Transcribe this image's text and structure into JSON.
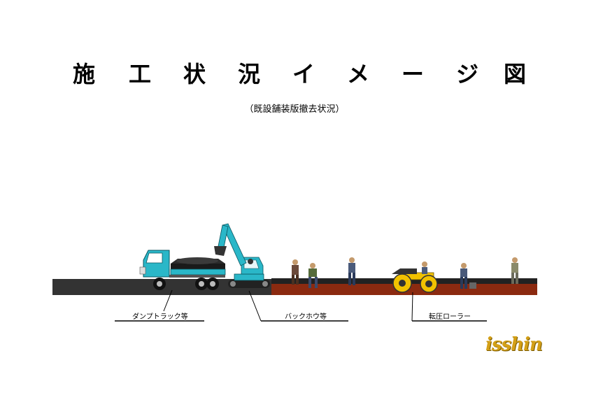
{
  "title": {
    "chars": [
      "施",
      "工",
      "状",
      "況",
      "イ",
      "メ",
      "ー",
      "ジ",
      "図"
    ]
  },
  "subtitle": "（既設舗装版撤去状況）",
  "labels": {
    "dump_truck": "ダンプトラック等",
    "backhoe": "バックホウ等",
    "roller": "転圧ローラー"
  },
  "logo": "isshin",
  "colors": {
    "asphalt": "#333333",
    "base_soil": "#8b2a10",
    "truck_cab": "#2ab7c8",
    "excavator": "#2ab7c8",
    "roller": "#f2c200"
  }
}
